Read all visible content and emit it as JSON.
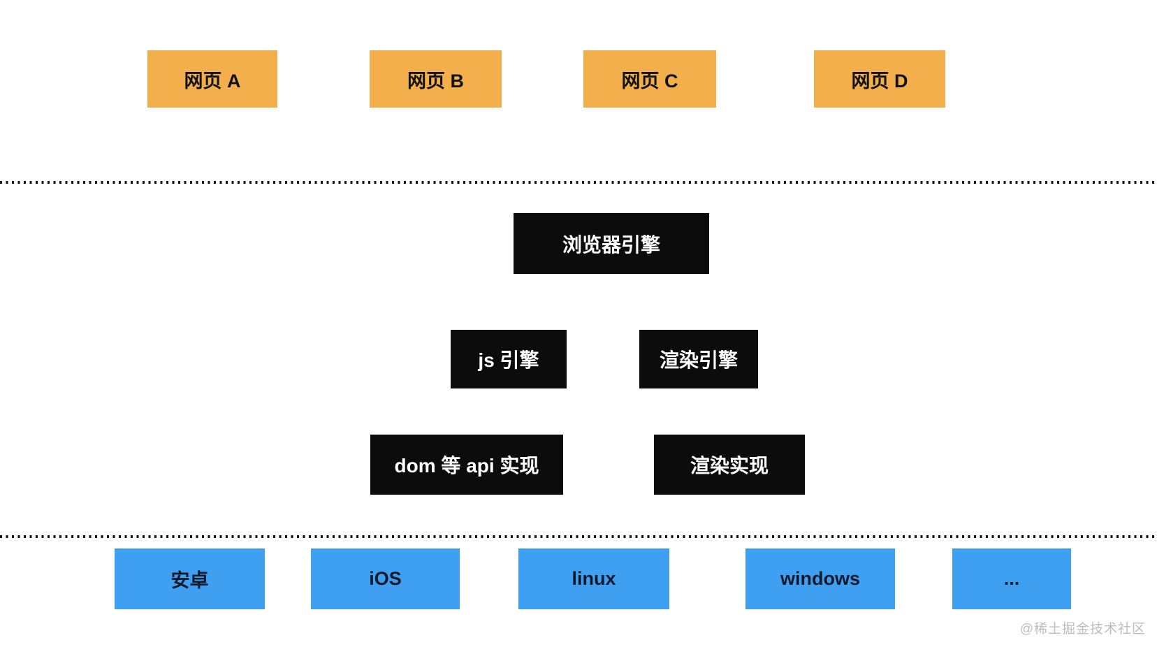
{
  "page": {
    "background": "#ffffff",
    "watermark": "@稀土掘金技术社区"
  },
  "colors": {
    "web_box": "#F2AF4C",
    "engine_box": "#0C0C0C",
    "platform_box": "#3FA0F2",
    "box_text_dark": "#111111",
    "box_text_light": "#FFFFFF",
    "divider_dots": "#111111",
    "watermark_text": "#BDBDBD"
  },
  "diagram": {
    "web_layer": {
      "items": [
        {
          "label": "网页 A"
        },
        {
          "label": "网页 B"
        },
        {
          "label": "网页 C"
        },
        {
          "label": "网页 D"
        }
      ]
    },
    "engine_layer": {
      "browser_engine": "浏览器引擎",
      "js_engine": "js 引擎",
      "render_engine": "渲染引擎",
      "dom_api_impl": "dom 等 api 实现",
      "render_impl": "渲染实现"
    },
    "platform_layer": {
      "items": [
        {
          "label": "安卓"
        },
        {
          "label": "iOS"
        },
        {
          "label": "linux"
        },
        {
          "label": "windows"
        },
        {
          "label": "..."
        }
      ]
    }
  }
}
